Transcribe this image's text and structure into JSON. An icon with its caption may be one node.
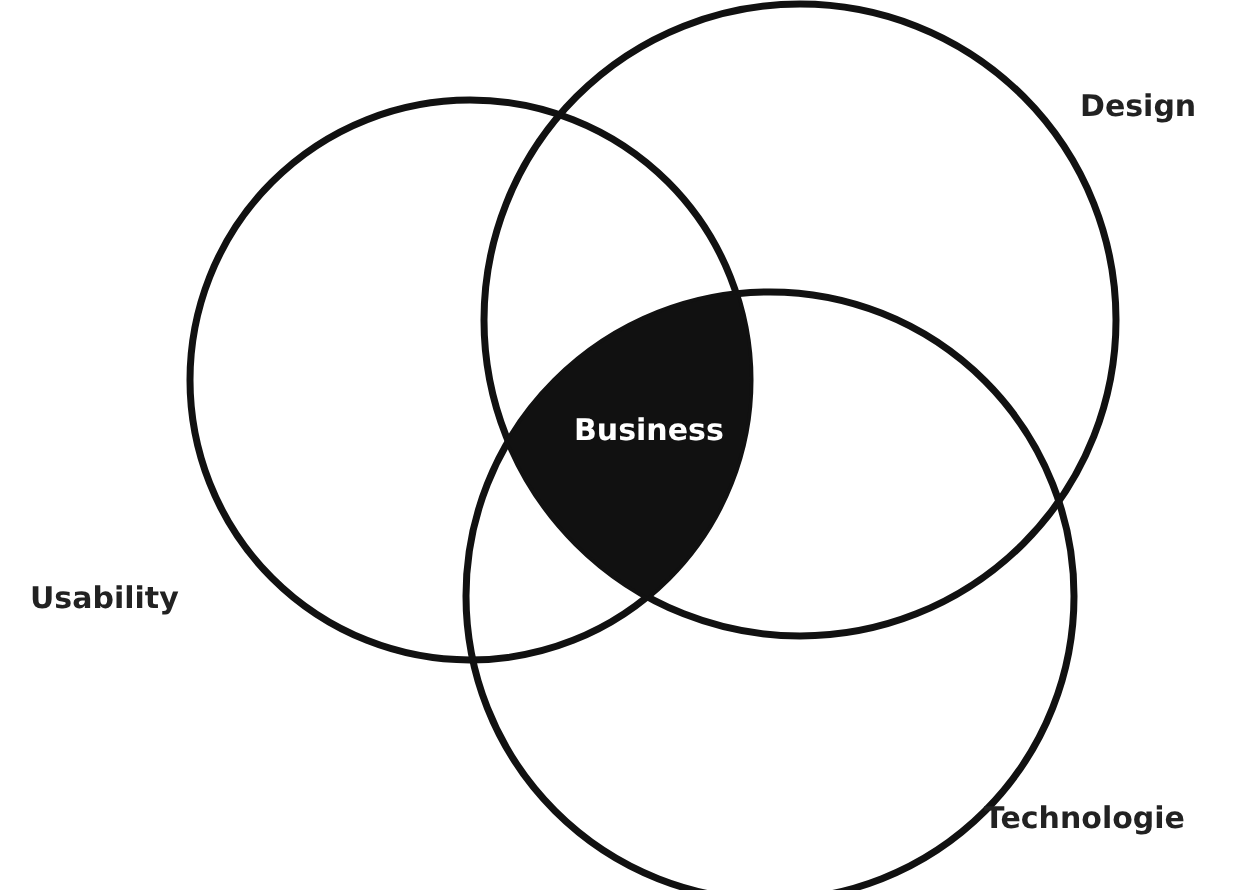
{
  "diagram": {
    "nodes": [
      {
        "text": [
          "Usability"
        ]
      },
      {
        "text": [
          "Design"
        ]
      },
      {
        "text": [
          "Technologie"
        ]
      },
      {
        "text": [
          "Business"
        ]
      }
    ]
  }
}
